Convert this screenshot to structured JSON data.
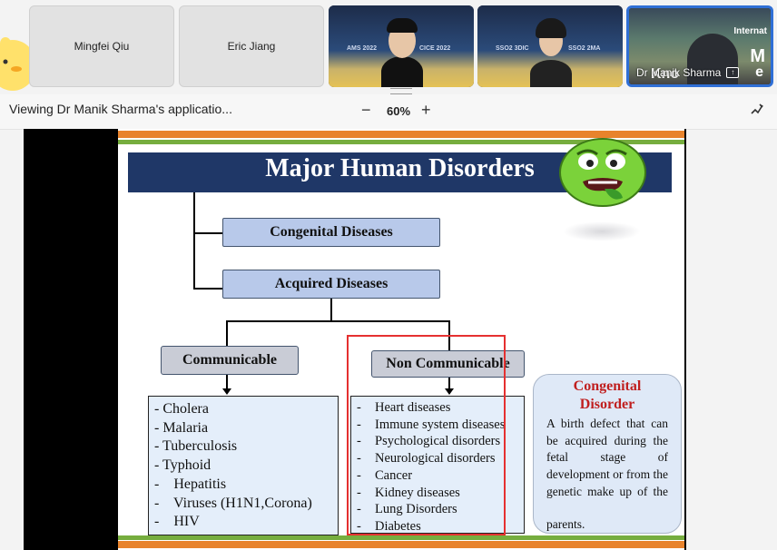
{
  "participants": [
    {
      "name": "Mingfei Qiu",
      "type": "name-tile"
    },
    {
      "name": "Eric Jiang",
      "type": "name-tile"
    },
    {
      "type": "video",
      "labels": [
        "AMS 2022",
        "CICE 2022"
      ]
    },
    {
      "type": "video",
      "labels": [
        "SSO2 3DIC",
        "SSO2 2MA"
      ]
    },
    {
      "name": "Dr Manik Sharma",
      "type": "video-active",
      "overlay_texts": [
        "Internat",
        "M",
        "Kno",
        "e"
      ]
    }
  ],
  "toolbar": {
    "viewing_text": "Viewing Dr Manik Sharma's applicatio...",
    "zoom_out_symbol": "−",
    "zoom_value": "60%",
    "zoom_in_symbol": "+",
    "annotate_icon": "pen-icon"
  },
  "slide": {
    "title": "Major Human Disorders",
    "boxes": {
      "congenital": "Congenital Diseases",
      "acquired": "Acquired Diseases",
      "communicable": "Communicable",
      "non_communicable": "Non Communicable"
    },
    "communicable_list": [
      "- Cholera",
      "- Malaria",
      "- Tuberculosis",
      "- Typhoid",
      "-    Hepatitis",
      "-    Viruses (H1N1,Corona)",
      "-    HIV"
    ],
    "non_communicable_list": [
      "Heart diseases",
      "Immune system diseases",
      "Psychological disorders",
      "Neurological disorders",
      "Cancer",
      "Kidney diseases",
      "Lung Disorders",
      "Diabetes"
    ],
    "list_dash": "-",
    "definition": {
      "title_line1": "Congenital",
      "title_line2": "Disorder",
      "text": "A birth defect that can be acquired during the fetal stage of development or from the genetic make up of the",
      "text_last": "parents."
    },
    "colors": {
      "title_bar": "#1f3767",
      "box_fill": "#b8c9ea",
      "highlight_frame": "#e53030",
      "definition_title": "#c01f1f",
      "stripe_orange": "#e8832c",
      "stripe_green": "#76ad3e"
    }
  }
}
